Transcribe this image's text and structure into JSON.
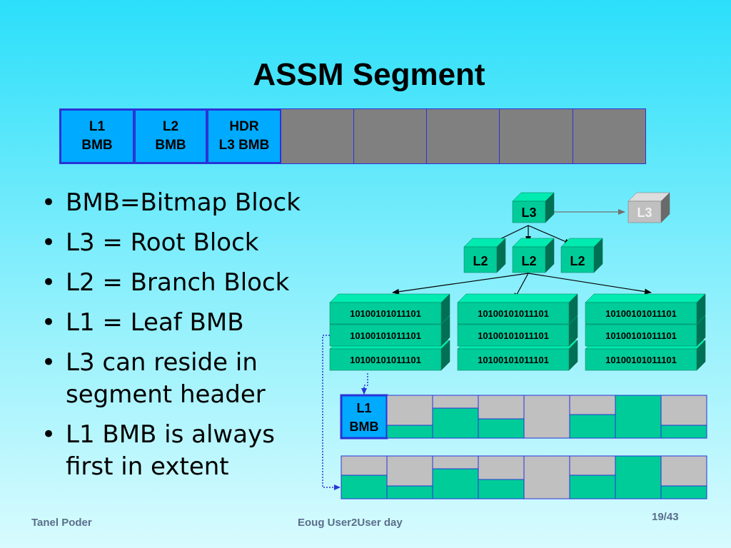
{
  "slide": {
    "title": "ASSM Segment",
    "footer_left": "Tanel Poder",
    "footer_center": "Eoug User2User day",
    "page_number": "19/43"
  },
  "segment_blocks": [
    {
      "line1": "L1",
      "line2": "BMB"
    },
    {
      "line1": "L2",
      "line2": "BMB"
    },
    {
      "line1": "HDR",
      "line2": "L3 BMB"
    },
    {
      "line1": "",
      "line2": ""
    },
    {
      "line1": "",
      "line2": ""
    },
    {
      "line1": "",
      "line2": ""
    },
    {
      "line1": "",
      "line2": ""
    },
    {
      "line1": "",
      "line2": ""
    }
  ],
  "bullets": [
    {
      "line1": "BMB=Bitmap Block",
      "line2": ""
    },
    {
      "line1": "L3 = Root Block",
      "line2": ""
    },
    {
      "line1": "L2 = Branch Block",
      "line2": ""
    },
    {
      "line1": "L1 = Leaf BMB",
      "line2": ""
    },
    {
      "line1": "L3 can reside in",
      "line2": "segment header"
    },
    {
      "line1": "L1 BMB is always",
      "line2": "first in extent"
    }
  ],
  "tree": {
    "root_label": "L3",
    "ghost_label": "L3",
    "branch_labels": [
      "L2",
      "L2",
      "L2"
    ],
    "bitmap_text": "10100101011101",
    "bitmap_rows": 3,
    "bitmap_columns": 3
  },
  "extents": {
    "l1_line1": "L1",
    "l1_line2": "BMB",
    "extent1_fill": [
      0.3,
      0.7,
      0.45,
      0,
      0.55,
      1,
      0.3
    ],
    "extent2_fill": [
      0.55,
      0.3,
      0.7,
      0.45,
      0,
      0.55,
      1,
      0.3
    ]
  },
  "colors": {
    "teal": "#00cc99",
    "grey_block": "#808080",
    "light_grey": "#c0c0c0",
    "blue": "#00aaff",
    "border_blue": "#2a33d8"
  }
}
